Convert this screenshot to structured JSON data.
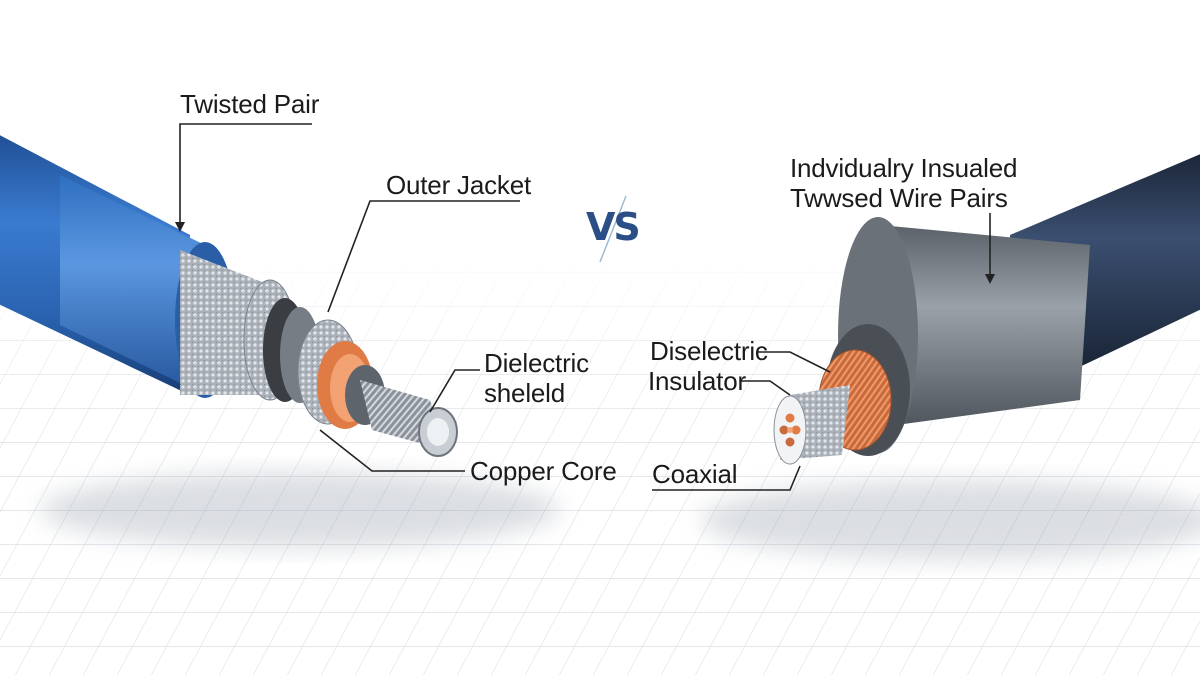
{
  "diagram": {
    "separator_text": "VS",
    "left_cable": {
      "labels": {
        "twisted_pair": "Twisted Pair",
        "outer_jacket": "Outer Jacket",
        "dielectric_shield_line1": "Dielectric",
        "dielectric_shield_line2": "sheleld",
        "copper_core": "Copper Core"
      },
      "colors": {
        "jacket": "#2f6fc0",
        "shield": "#c9ccd1",
        "dielectric": "#e07b45",
        "conductor": "#b9bec6"
      }
    },
    "right_cable": {
      "labels": {
        "pairs_line1": "Indvidualry Insualed",
        "pairs_line2": "Twwsed Wire Pairs",
        "insulator_line1": "Diselectric",
        "insulator_line2": "Insulator",
        "coaxial": "Coaxial"
      },
      "colors": {
        "jacket": "#2c3e58",
        "sleeve": "#7d848c",
        "copper": "#d9784a",
        "braid": "#c4c7cc"
      }
    }
  }
}
